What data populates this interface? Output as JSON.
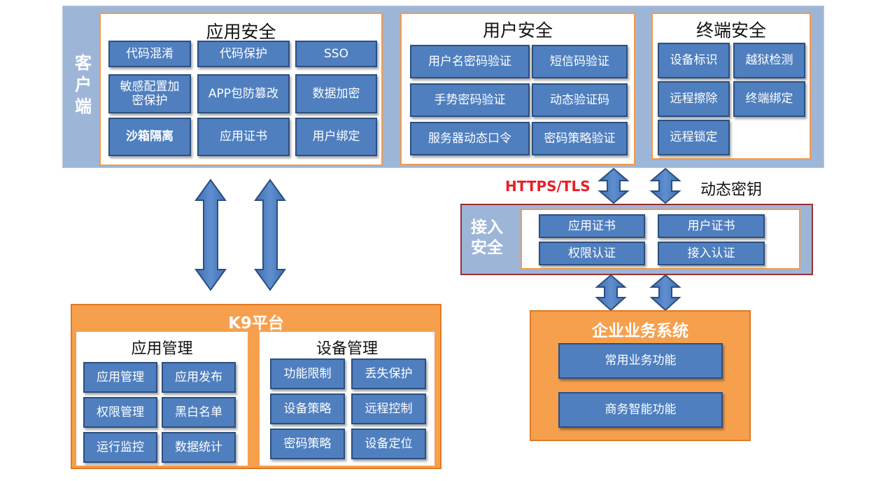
{
  "client": {
    "label": "客户端",
    "app_security": {
      "title": "应用安全",
      "items": [
        "代码混淆",
        "代码保护",
        "SSO",
        "敏感配置加密保护",
        "APP包防篡改",
        "数据加密",
        "沙箱隔离",
        "应用证书",
        "用户绑定"
      ]
    },
    "user_security": {
      "title": "用户安全",
      "items": [
        "用户名密码验证",
        "短信码验证",
        "手势密码验证",
        "动态验证码",
        "服务器动态口令",
        "密码策略验证"
      ]
    },
    "terminal_security": {
      "title": "终端安全",
      "items": [
        "设备标识",
        "越狱检测",
        "远程擦除",
        "终端绑定",
        "远程锁定"
      ]
    }
  },
  "connectors": {
    "https_label": "HTTPS/TLS",
    "key_label": "动态密钥",
    "https_color": "#e8202a"
  },
  "access_security": {
    "label": "接入安全",
    "items": [
      "应用证书",
      "用户证书",
      "权限认证",
      "接入认证"
    ]
  },
  "k9": {
    "title": "K9平台",
    "app_mgmt": {
      "title": "应用管理",
      "items": [
        "应用管理",
        "应用发布",
        "权限管理",
        "黑白名单",
        "运行监控",
        "数据统计"
      ]
    },
    "device_mgmt": {
      "title": "设备管理",
      "items": [
        "功能限制",
        "丢失保护",
        "设备策略",
        "远程控制",
        "密码策略",
        "设备定位"
      ]
    }
  },
  "enterprise": {
    "title": "企业业务系统",
    "items": [
      "常用业务功能",
      "商务智能功能"
    ]
  },
  "colors": {
    "button_fill": "#4f7fbf",
    "panel_border": "#f39a4a",
    "client_background": "#9db6d8",
    "orange_block": "#f6a04e",
    "access_border": "#9b2d35"
  }
}
